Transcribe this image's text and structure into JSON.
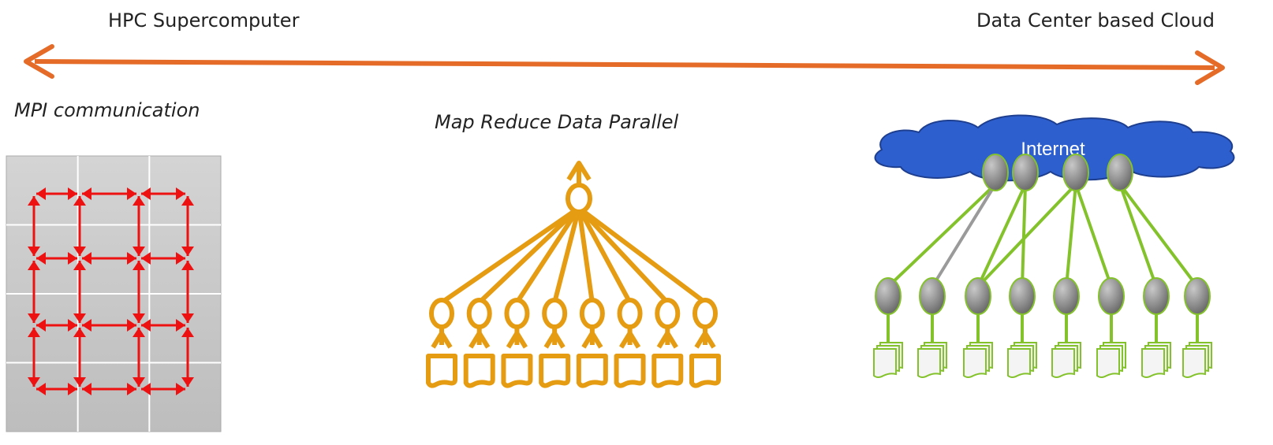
{
  "spectrum": {
    "left_label": "HPC Supercomputer",
    "right_label": "Data Center based Cloud"
  },
  "panels": {
    "mpi": {
      "label": "MPI communication",
      "grid_rows": 4,
      "grid_cols": 3
    },
    "mapreduce": {
      "label": "Map Reduce Data Parallel",
      "leaf_count": 8
    },
    "cloud": {
      "label": "Internet",
      "top_nodes": 4,
      "leaf_count": 8
    }
  },
  "colors": {
    "arrow": "#e46c28",
    "mpi_arrows": "#ee1111",
    "mpi_grid": "#c9c9c9",
    "mapreduce": "#e69c12",
    "cloud_fill": "#2e5fcf",
    "node": "#8c8c8c",
    "link_green": "#84c22c",
    "link_gray": "#9a9a9a"
  }
}
